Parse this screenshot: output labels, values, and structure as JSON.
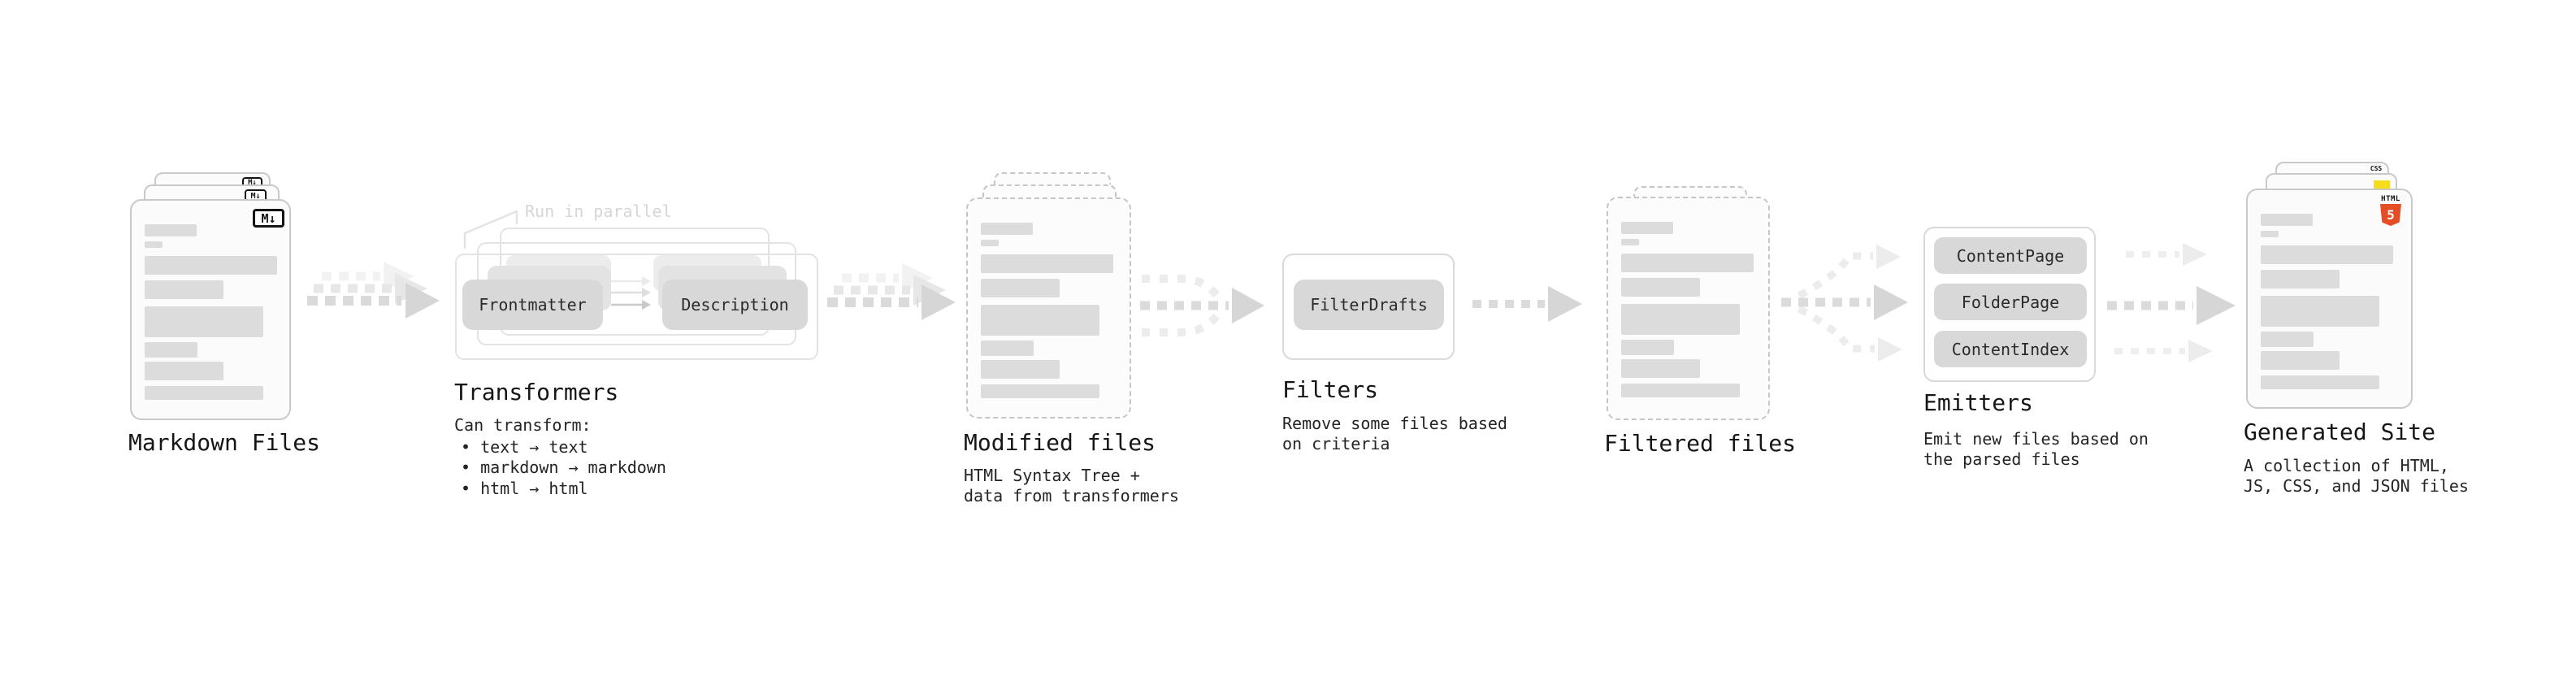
{
  "colors": {
    "html5_orange": "#e44d26",
    "js_yellow": "#f5de19",
    "css_blue": "#2962ff",
    "chip_gray": "#d8d8d8",
    "bar_gray": "#dcdcdc"
  },
  "markdown": {
    "title": "Markdown Files",
    "badge": "M↓"
  },
  "transformers": {
    "callout": "Run in parallel",
    "chip_left": "Frontmatter",
    "chip_right": "Description",
    "title": "Transformers",
    "desc_heading": "Can transform:",
    "bullets": [
      "• text → text",
      "• markdown → markdown",
      "• html → html"
    ]
  },
  "modified": {
    "title": "Modified files",
    "subtitle": "HTML Syntax Tree +\ndata from transformers"
  },
  "filters": {
    "chip": "FilterDrafts",
    "title": "Filters",
    "subtitle": "Remove some files based\non criteria"
  },
  "filtered": {
    "title": "Filtered files"
  },
  "emitters": {
    "chips": [
      "ContentPage",
      "FolderPage",
      "ContentIndex"
    ],
    "title": "Emitters",
    "subtitle": "Emit new files based on\nthe parsed files"
  },
  "generated": {
    "title": "Generated Site",
    "subtitle": "A collection of HTML,\nJS, CSS, and JSON files",
    "css_badge": "CSS",
    "html_badge_label": "HTML",
    "html_badge_number": "5"
  }
}
